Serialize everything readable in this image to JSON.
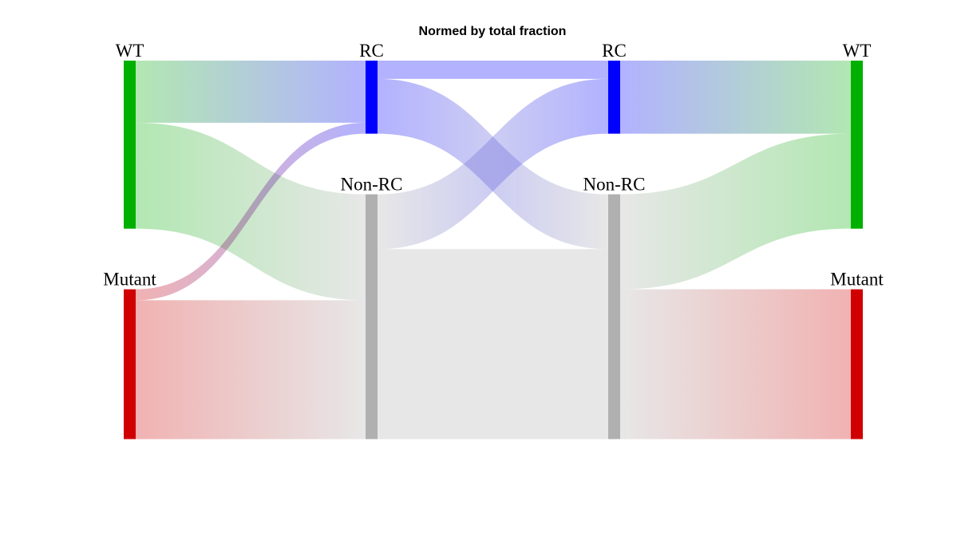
{
  "chart_data": {
    "type": "sankey",
    "title": "Normed by total fraction",
    "columns": [
      {
        "nodes": [
          {
            "id": "wt1",
            "label": "WT",
            "color": "#00b000"
          },
          {
            "id": "mut1",
            "label": "Mutant",
            "color": "#d00000"
          }
        ]
      },
      {
        "nodes": [
          {
            "id": "rc1",
            "label": "RC",
            "color": "#0000ff"
          },
          {
            "id": "nrc1",
            "label": "Non-RC",
            "color": "#b0b0b0"
          }
        ]
      },
      {
        "nodes": [
          {
            "id": "rc2",
            "label": "RC",
            "color": "#0000ff"
          },
          {
            "id": "nrc2",
            "label": "Non-RC",
            "color": "#b0b0b0"
          }
        ]
      },
      {
        "nodes": [
          {
            "id": "wt2",
            "label": "WT",
            "color": "#00b000"
          },
          {
            "id": "mut2",
            "label": "Mutant",
            "color": "#d00000"
          }
        ]
      }
    ],
    "links": [
      {
        "source": "wt1",
        "target": "rc1",
        "value": 0.17
      },
      {
        "source": "wt1",
        "target": "nrc1",
        "value": 0.29
      },
      {
        "source": "mut1",
        "target": "rc1",
        "value": 0.03
      },
      {
        "source": "mut1",
        "target": "nrc1",
        "value": 0.38
      },
      {
        "source": "rc1",
        "target": "rc2",
        "value": 0.05
      },
      {
        "source": "rc1",
        "target": "nrc2",
        "value": 0.15
      },
      {
        "source": "nrc1",
        "target": "rc2",
        "value": 0.15
      },
      {
        "source": "nrc1",
        "target": "nrc2",
        "value": 0.52
      },
      {
        "source": "rc2",
        "target": "wt2",
        "value": 0.2
      },
      {
        "source": "nrc2",
        "target": "wt2",
        "value": 0.26
      },
      {
        "source": "nrc2",
        "target": "mut2",
        "value": 0.41
      }
    ]
  }
}
